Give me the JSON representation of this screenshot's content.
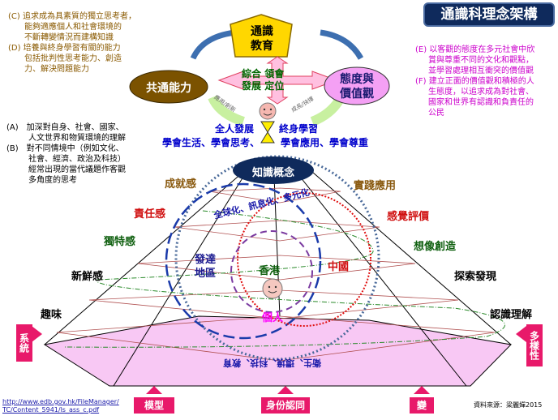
{
  "title": "通識科理念架構",
  "left_top": [
    "(C) 追求成為具素質的獨立思考者，",
    "能夠適應個人和社會環境的",
    "不斷轉變情況而建構知識",
    "(D) 培養與終身學習有關的能力",
    "包括批判性思考能力、創造",
    "力、解決問題能力"
  ],
  "left_mid": [
    "(A)　加深對自身、社會、國家、",
    "人文世界和物質環境的理解",
    "(B)　對不同情境中（例如文化、",
    "社會、經濟、政治及科技）",
    "經常出現的當代議題作客觀",
    "多角度的思考"
  ],
  "right_top": [
    "(E) 以客觀的態度在多元社會中欣",
    "賞與尊重不同的文化和觀點，",
    "並學習處理相互衝突的價值觀",
    "(F) 建立正面的價值觀和積極的人",
    "生態度，以追求成為對社會、",
    "國家和世界有認識和負責任的",
    "公民"
  ],
  "center": {
    "education": "通識\n教育",
    "education1": "通識",
    "education2": "教育",
    "common": "共通能力",
    "attitude1": "態度與",
    "attitude2": "價值觀",
    "cross": [
      "綜合",
      "領會",
      "發展",
      "定位"
    ],
    "arrow_left": "應用/創新",
    "arrow_right": "成長/抉擇",
    "whole1": "全人發展",
    "whole2": "終身學習",
    "learn_left": "學會生活、學會思考、",
    "learn_right": "學會應用、學會尊重"
  },
  "pyramid": {
    "apex": "知識概念",
    "left": [
      "成就感",
      "責任感",
      "獨特感",
      "新鮮感",
      "趣味"
    ],
    "right": [
      "實踐應用",
      "感覺評價",
      "想像創造",
      "探索發現",
      "認識理解"
    ],
    "global": "全球化、訊息化、多元化",
    "developed1": "發達",
    "developed2": "地區",
    "hk": "香港",
    "china": "中國",
    "individual": "個人",
    "bottom_arc": "衛生、環境、科技、教育"
  },
  "side": {
    "left": "系統",
    "right": "多樣性"
  },
  "bottom": [
    "模型",
    "身份認同",
    "變"
  ],
  "link": [
    "http://www.edb.gov.hk/FileManager/",
    "TC/Content_5941/ls_ass_c.pdf"
  ],
  "source": "資料來源：梁麗嬋2015"
}
